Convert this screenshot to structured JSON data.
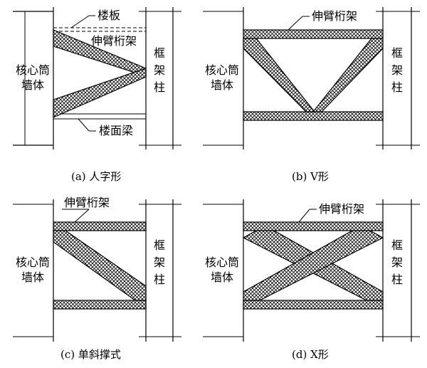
{
  "labels": {
    "core_wall": [
      "核心筒",
      "墙体"
    ],
    "frame_column": [
      "框",
      "架",
      "柱"
    ],
    "outrigger_truss": "伸臂桁架",
    "floor_slab": "楼板",
    "floor_beam": "楼面梁"
  },
  "panels": [
    {
      "id": "a",
      "caption": "(a) 人字形"
    },
    {
      "id": "b",
      "caption": "(b) V形"
    },
    {
      "id": "c",
      "caption": "(c) 单斜撑式"
    },
    {
      "id": "d",
      "caption": "(d) X形"
    }
  ]
}
